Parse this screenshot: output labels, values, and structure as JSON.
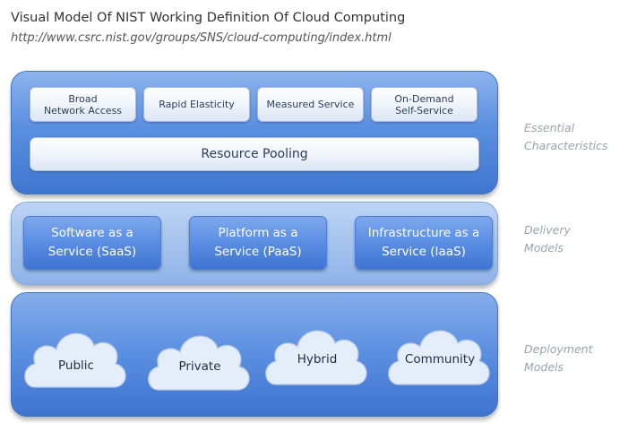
{
  "header": {
    "title": "Visual Model Of NIST Working Definition Of Cloud Computing",
    "url": "http://www.csrc.nist.gov/groups/SNS/cloud-computing/index.html"
  },
  "essential": {
    "label": "Essential\nCharacteristics",
    "items": [
      "Broad\nNetwork Access",
      "Rapid Elasticity",
      "Measured Service",
      "On-Demand\nSelf-Service"
    ],
    "pooling": "Resource Pooling"
  },
  "delivery": {
    "label": "Delivery\nModels",
    "items": [
      "Software as a\nService (SaaS)",
      "Platform as a\nService (PaaS)",
      "Infrastructure as a\nService (IaaS)"
    ]
  },
  "deployment": {
    "label": "Deployment\nModels",
    "items": [
      "Public",
      "Private",
      "Hybrid",
      "Community"
    ]
  },
  "colors": {
    "panel_dark": "#3f76cf",
    "panel_light": "#a5c3ee",
    "chip": "#eef3fb",
    "cloud": "#e4edfa",
    "side_label": "#9aa3ad"
  }
}
